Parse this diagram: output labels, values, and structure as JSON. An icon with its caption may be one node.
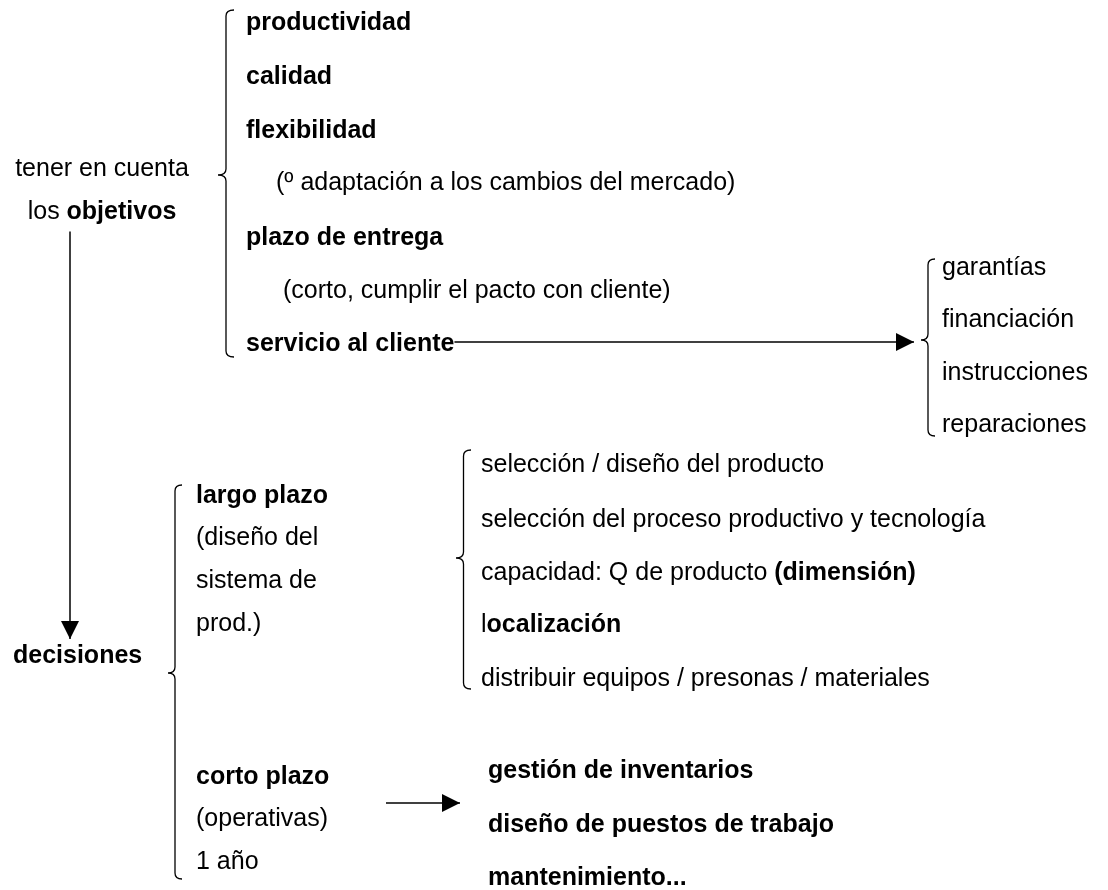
{
  "diagram": {
    "nodes": [
      {
        "text": [
          "tener en cuenta los **objetivos**"
        ]
      },
      {
        "text": [
          "servicio al cliente"
        ]
      },
      {
        "text": [
          "garantías",
          "financiación",
          "instrucciones",
          "reparaciones"
        ]
      },
      {
        "text": [
          "decisiones"
        ]
      },
      {
        "text": [
          "corto plazo",
          "(operativas)",
          "1 año"
        ]
      },
      {
        "text": [
          "gestión de inventarios",
          "diseño de puestos de trabajo",
          "mantenimiento..."
        ]
      }
    ],
    "edges": [
      {
        "from": 0,
        "to": 3,
        "arrow": "to"
      },
      {
        "from": 1,
        "to": 2,
        "arrow": "to"
      },
      {
        "from": 4,
        "to": 5,
        "arrow": "to"
      }
    ],
    "labels": [
      "productividad",
      "calidad",
      "flexibilidad",
      "(º adaptación a los cambios del mercado)",
      "plazo de entrega",
      "(corto, cumplir el pacto con cliente)",
      "largo plazo",
      "(diseño del sistema de prod.)",
      "selección / diseño del producto",
      "selección del proceso productivo y tecnología",
      "capacidad: Q de producto **(dimensión)**",
      "l**ocalización**",
      "distribuir equipos / presonas / materiales"
    ]
  }
}
